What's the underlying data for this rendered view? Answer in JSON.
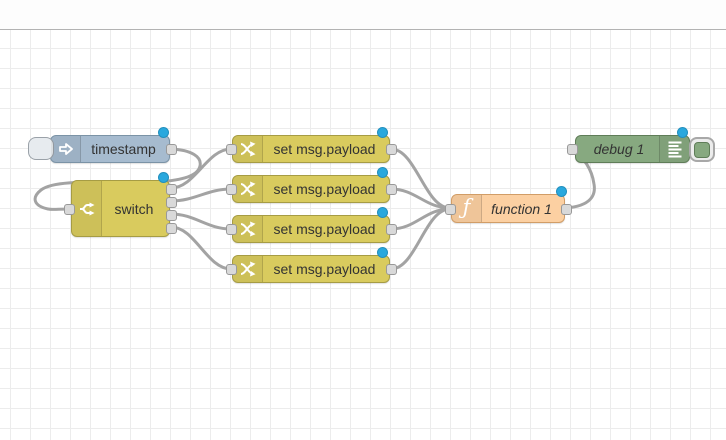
{
  "canvas": {
    "grid_color": "#ececec",
    "wire_color": "#a3a3a3",
    "changed_dot_color": "#29a8de"
  },
  "nodes": {
    "inject": {
      "label": "timestamp",
      "color": "#a6bbcf",
      "icon": "inject-arrow-icon"
    },
    "switch": {
      "label": "switch",
      "color": "#d9cb5e",
      "icon": "switch-fork-icon",
      "outputs": 4
    },
    "change1": {
      "label": "set msg.payload",
      "color": "#d9cb5e",
      "icon": "change-swap-icon"
    },
    "change2": {
      "label": "set msg.payload",
      "color": "#d9cb5e",
      "icon": "change-swap-icon"
    },
    "change3": {
      "label": "set msg.payload",
      "color": "#d9cb5e",
      "icon": "change-swap-icon"
    },
    "change4": {
      "label": "set msg.payload",
      "color": "#d9cb5e",
      "icon": "change-swap-icon"
    },
    "function": {
      "label": "function 1",
      "color": "#fcd0a2",
      "icon": "function-f-icon",
      "icon_glyph": "ƒ"
    },
    "debug": {
      "label": "debug 1",
      "color": "#87a980",
      "icon": "debug-output-icon"
    }
  }
}
